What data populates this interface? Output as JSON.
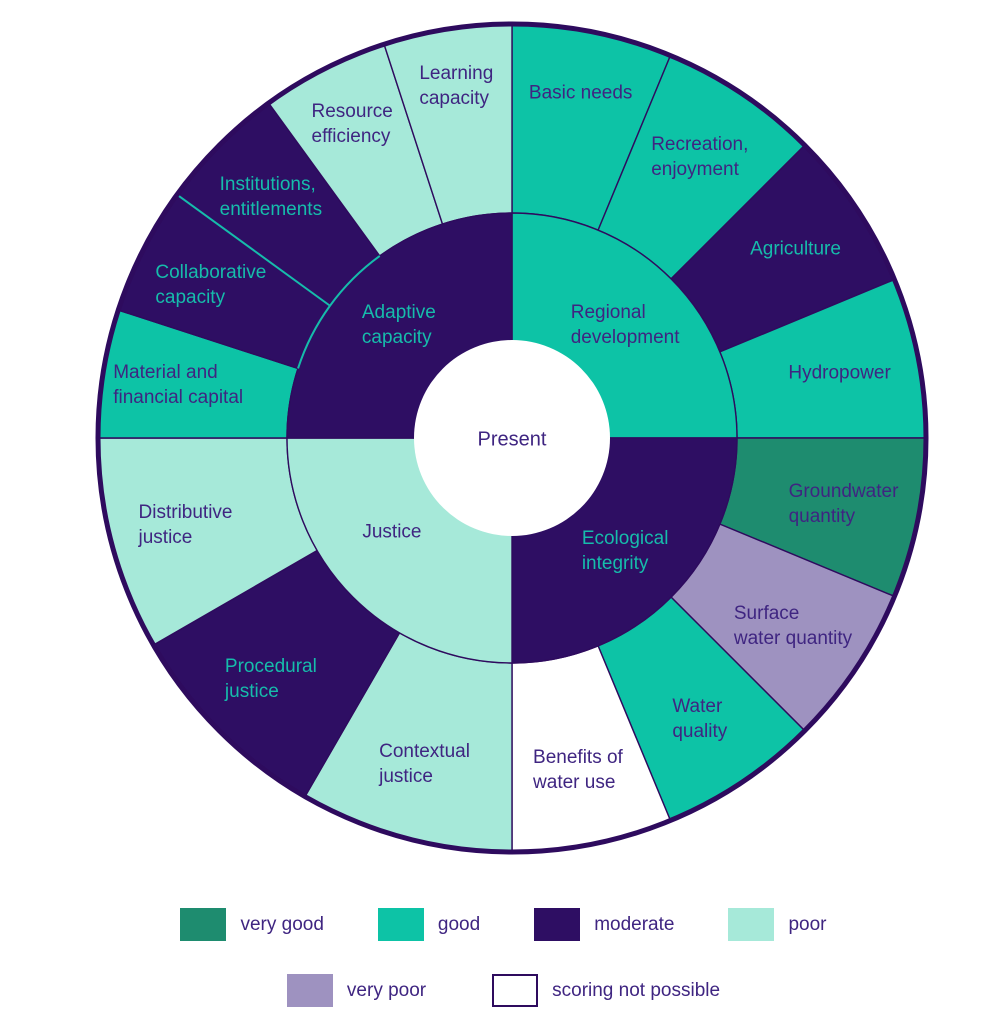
{
  "chart_data": {
    "type": "sunburst",
    "center_label": "Present",
    "colors": {
      "very_good": "#1e8c6f",
      "good": "#0dc3a6",
      "moderate": "#2e0e63",
      "poor": "#a6e9d9",
      "very_poor": "#9e92c0",
      "scoring_not_possible": "#ffffff",
      "outline": "#2e0b5e",
      "divider_teal": "#16bcab",
      "text_dark": "#3f2581",
      "text_teal": "#16bcab"
    },
    "inner_ring": [
      {
        "id": "regional-development",
        "label": "Regional development",
        "lines": [
          "Regional",
          "development"
        ],
        "rating": "good",
        "start_deg": 0,
        "end_deg": 90
      },
      {
        "id": "ecological-integrity",
        "label": "Ecological integrity",
        "lines": [
          "Ecological",
          "integrity"
        ],
        "rating": "moderate",
        "start_deg": 90,
        "end_deg": 180
      },
      {
        "id": "justice",
        "label": "Justice",
        "lines": [
          "Justice"
        ],
        "rating": "poor",
        "start_deg": 180,
        "end_deg": 270
      },
      {
        "id": "adaptive-capacity",
        "label": "Adaptive capacity",
        "lines": [
          "Adaptive",
          "capacity"
        ],
        "rating": "moderate",
        "start_deg": 270,
        "end_deg": 360
      }
    ],
    "outer_ring": [
      {
        "id": "basic-needs",
        "label": "Basic needs",
        "lines": [
          "Basic needs"
        ],
        "parent": "Regional development",
        "rating": "good",
        "start_deg": 0,
        "end_deg": 22.5
      },
      {
        "id": "recreation-enjoyment",
        "label": "Recreation, enjoyment",
        "lines": [
          "Recreation,",
          "enjoyment"
        ],
        "parent": "Regional development",
        "rating": "good",
        "start_deg": 22.5,
        "end_deg": 45
      },
      {
        "id": "agriculture",
        "label": "Agriculture",
        "lines": [
          "Agriculture"
        ],
        "parent": "Regional development",
        "rating": "moderate",
        "start_deg": 45,
        "end_deg": 67.5
      },
      {
        "id": "hydropower",
        "label": "Hydropower",
        "lines": [
          "Hydropower"
        ],
        "parent": "Regional development",
        "rating": "good",
        "start_deg": 67.5,
        "end_deg": 90
      },
      {
        "id": "groundwater-quantity",
        "label": "Groundwater quantity",
        "lines": [
          "Groundwater",
          "quantity"
        ],
        "parent": "Ecological integrity",
        "rating": "very_good",
        "start_deg": 90,
        "end_deg": 112.5
      },
      {
        "id": "surface-water-quantity",
        "label": "Surface water quantity",
        "lines": [
          "Surface",
          "water quantity"
        ],
        "parent": "Ecological integrity",
        "rating": "very_poor",
        "start_deg": 112.5,
        "end_deg": 135
      },
      {
        "id": "water-quality",
        "label": "Water quality",
        "lines": [
          "Water",
          "quality"
        ],
        "parent": "Ecological integrity",
        "rating": "good",
        "start_deg": 135,
        "end_deg": 157.5
      },
      {
        "id": "benefits-of-water-use",
        "label": "Benefits of water use",
        "lines": [
          "Benefits of",
          "water use"
        ],
        "parent": "Ecological integrity",
        "rating": "scoring_not_possible",
        "start_deg": 157.5,
        "end_deg": 180
      },
      {
        "id": "contextual-justice",
        "label": "Contextual justice",
        "lines": [
          "Contextual",
          "justice"
        ],
        "parent": "Justice",
        "rating": "poor",
        "start_deg": 180,
        "end_deg": 210
      },
      {
        "id": "procedural-justice",
        "label": "Procedural justice",
        "lines": [
          "Procedural",
          "justice"
        ],
        "parent": "Justice",
        "rating": "moderate",
        "start_deg": 210,
        "end_deg": 240
      },
      {
        "id": "distributive-justice",
        "label": "Distributive justice",
        "lines": [
          "Distributive",
          "justice"
        ],
        "parent": "Justice",
        "rating": "poor",
        "start_deg": 240,
        "end_deg": 270
      },
      {
        "id": "material-financial-capital",
        "label": "Material and financial capital",
        "lines": [
          "Material and",
          "financial capital"
        ],
        "parent": "Adaptive capacity",
        "rating": "good",
        "start_deg": 270,
        "end_deg": 288
      },
      {
        "id": "collaborative-capacity",
        "label": "Collaborative capacity",
        "lines": [
          "Collaborative",
          "capacity"
        ],
        "parent": "Adaptive capacity",
        "rating": "moderate",
        "start_deg": 288,
        "end_deg": 306
      },
      {
        "id": "institutions-entitlements",
        "label": "Institutions, entitlements",
        "lines": [
          "Institutions,",
          "entitlements"
        ],
        "parent": "Adaptive capacity",
        "rating": "moderate",
        "start_deg": 306,
        "end_deg": 324
      },
      {
        "id": "resource-efficiency",
        "label": "Resource efficiency",
        "lines": [
          "Resource",
          "efficiency"
        ],
        "parent": "Adaptive capacity",
        "rating": "poor",
        "start_deg": 324,
        "end_deg": 342
      },
      {
        "id": "learning-capacity",
        "label": "Learning capacity",
        "lines": [
          "Learning",
          "capacity"
        ],
        "parent": "Adaptive capacity",
        "rating": "poor",
        "start_deg": 342,
        "end_deg": 360
      }
    ],
    "legend_rows": [
      [
        {
          "label": "very good",
          "rating": "very_good"
        },
        {
          "label": "good",
          "rating": "good"
        },
        {
          "label": "moderate",
          "rating": "moderate"
        },
        {
          "label": "poor",
          "rating": "poor"
        }
      ],
      [
        {
          "label": "very poor",
          "rating": "very_poor"
        },
        {
          "label": "scoring not possible",
          "rating": "scoring_not_possible"
        }
      ]
    ]
  }
}
